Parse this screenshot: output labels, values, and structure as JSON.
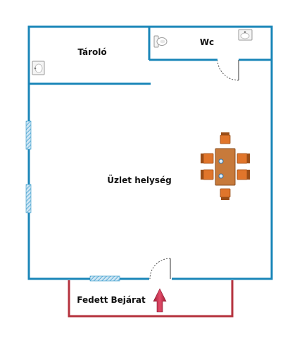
{
  "rooms": {
    "storage": "Tároló",
    "wc": "Wc",
    "shop": "Üzlet helység",
    "entrance": "Fedett Bejárat"
  },
  "icons": {
    "sink": "sink-icon",
    "toilet": "toilet-icon",
    "entrance_arrow": "entrance-arrow-icon"
  },
  "colors": {
    "wall": "#1a86b8",
    "covered_entrance": "#b5323d",
    "window": "#8ec5e6",
    "furniture": "#e0752b",
    "table": "#c77a3b",
    "arrow": "#c8344f"
  }
}
